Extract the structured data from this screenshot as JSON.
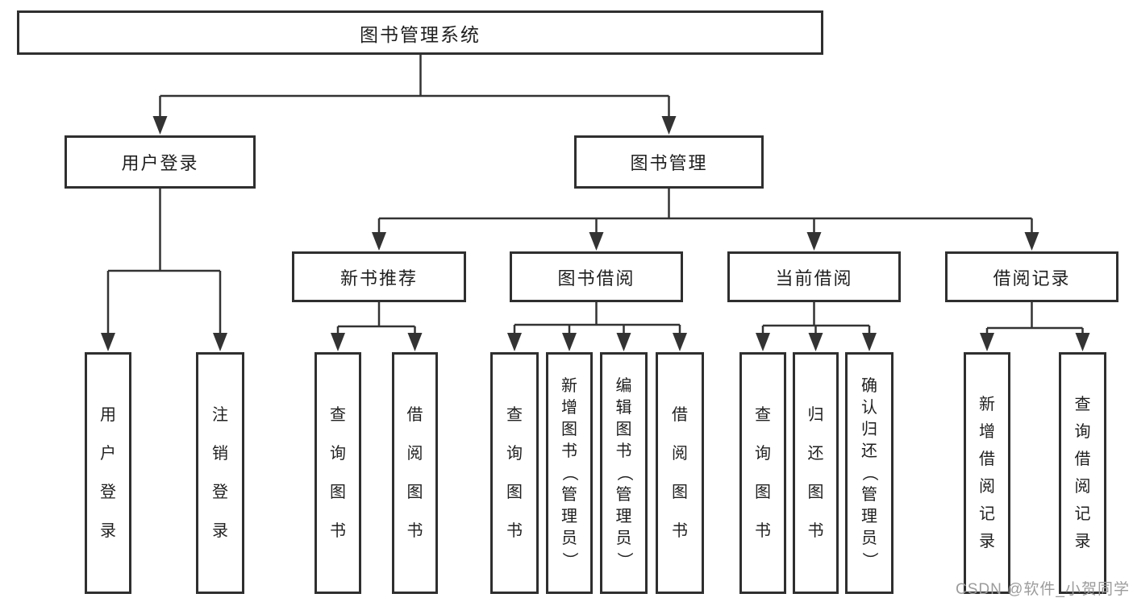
{
  "colors": {
    "line": "#333333",
    "border": "#2f2f2f",
    "text": "#1f1f1f",
    "watermark": "#9c9c9c",
    "background": "#ffffff"
  },
  "tree": {
    "label": "图书管理系统",
    "children": [
      {
        "label": "用户登录",
        "children": [
          {
            "label": "用户登录"
          },
          {
            "label": "注销登录"
          }
        ]
      },
      {
        "label": "图书管理",
        "children": [
          {
            "label": "新书推荐",
            "children": [
              {
                "label": "查询图书"
              },
              {
                "label": "借阅图书"
              }
            ]
          },
          {
            "label": "图书借阅",
            "children": [
              {
                "label": "查询图书"
              },
              {
                "label": "新增图书（管理员）"
              },
              {
                "label": "编辑图书（管理员）"
              },
              {
                "label": "借阅图书"
              }
            ]
          },
          {
            "label": "当前借阅",
            "children": [
              {
                "label": "查询图书"
              },
              {
                "label": "归还图书"
              },
              {
                "label": "确认归还（管理员）"
              }
            ]
          },
          {
            "label": "借阅记录",
            "children": [
              {
                "label": "新增借阅记录"
              },
              {
                "label": "查询借阅记录"
              }
            ]
          }
        ]
      }
    ]
  },
  "watermark": {
    "text": "CSDN @软件_小贺同学"
  }
}
